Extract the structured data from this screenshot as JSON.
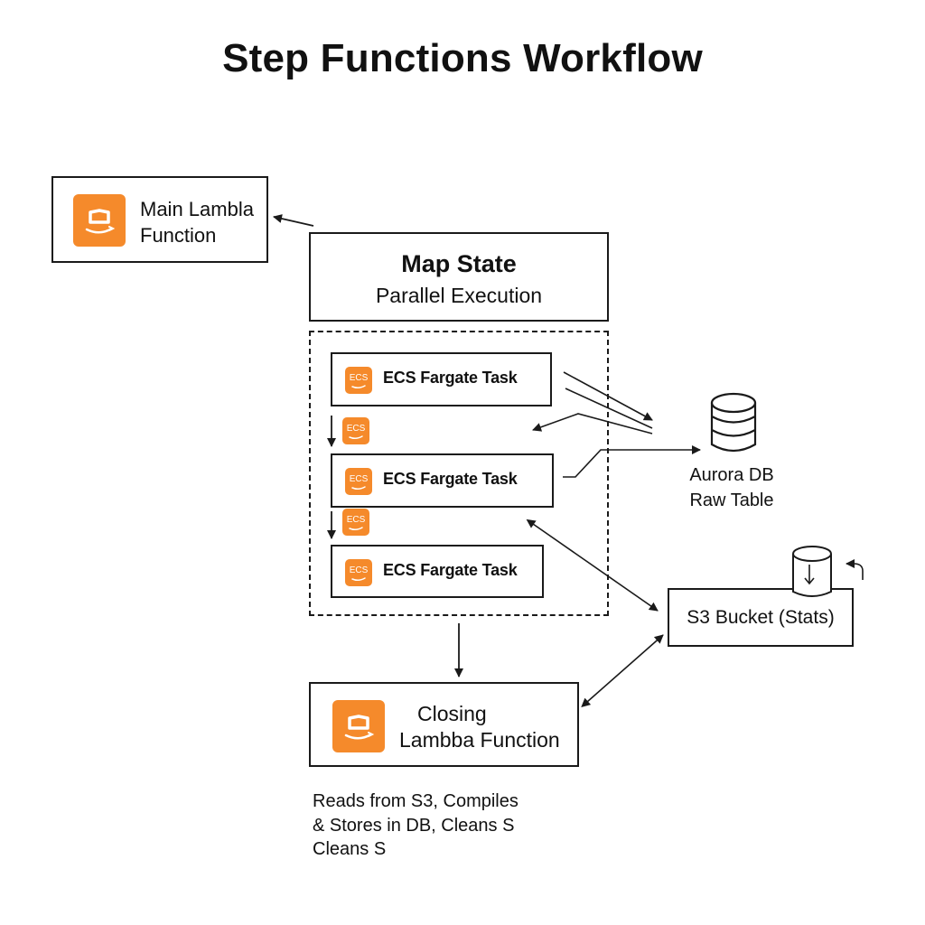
{
  "title": "Step Functions Workflow",
  "main_lambda": {
    "line1": "Main Lambla",
    "line2": "Function"
  },
  "map_state": {
    "title": "Map State",
    "subtitle": "Parallel Execution"
  },
  "tasks": [
    {
      "label": "ECS Fargate Task",
      "icon_text": "ECS"
    },
    {
      "label": "ECS Fargate Task",
      "icon_text": "ECS"
    },
    {
      "label": "ECS Fargate Task",
      "icon_text": "ECS"
    }
  ],
  "mini_icons": [
    {
      "icon_text": "ECS"
    },
    {
      "icon_text": "ECS"
    }
  ],
  "database": {
    "line1": "Aurora DB",
    "line2": "Raw Table",
    "icon": "database-icon"
  },
  "s3": {
    "label": "S3 Bucket (Stats)",
    "icon": "bucket-icon"
  },
  "closing_lambda": {
    "line1": "Closing",
    "line2": "Lambba Function"
  },
  "note": {
    "line1": "Reads from S3, Compiles",
    "line2": "& Stores in DB, Cleans S",
    "line3": "Cleans S"
  },
  "colors": {
    "accent": "#f58a2b",
    "stroke": "#1a1a1a",
    "background": "#ffffff"
  }
}
